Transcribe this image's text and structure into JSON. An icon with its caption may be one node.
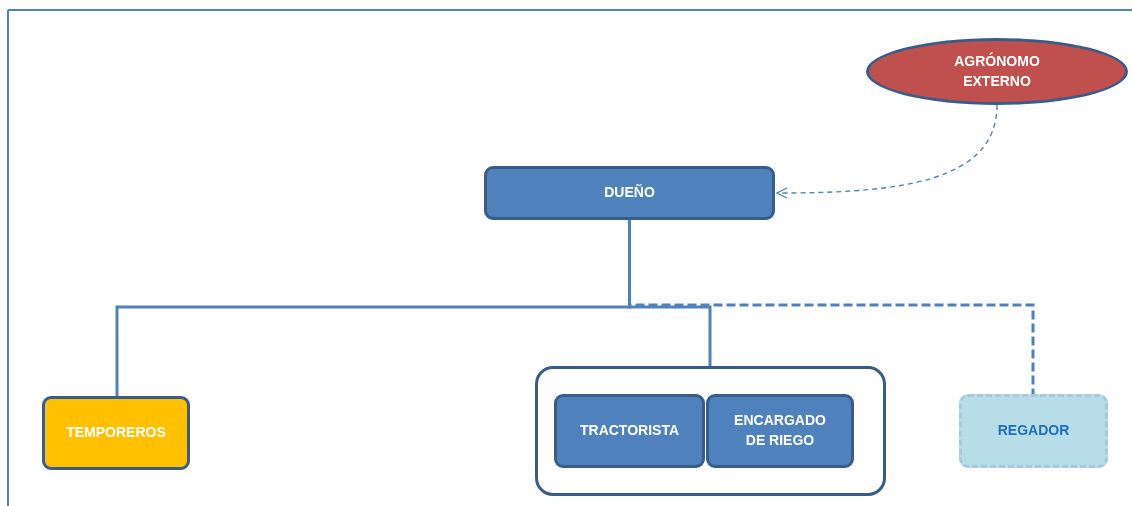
{
  "diagram": {
    "nodes": [
      {
        "text": [
          "AGRÓNOMO EXTERNO"
        ]
      },
      {
        "text": [
          "DUEÑO"
        ]
      },
      {
        "text": [
          "TEMPOREROS"
        ]
      },
      {
        "text": [],
        "shape": "box"
      },
      {
        "text": [
          "TRACTORISTA"
        ],
        "in": 3
      },
      {
        "text": [
          "ENCARGADO DE RIEGO"
        ],
        "in": 3
      },
      {
        "text": [
          "REGADOR"
        ]
      }
    ],
    "edges": [
      {
        "from": 0,
        "to": 1,
        "arrow": "to",
        "style": "dashed"
      },
      {
        "from": 1,
        "to": 2,
        "arrow": "none"
      },
      {
        "from": 1,
        "to": 3,
        "arrow": "none"
      },
      {
        "from": 1,
        "to": 6,
        "arrow": "none",
        "style": "dashed"
      }
    ]
  }
}
